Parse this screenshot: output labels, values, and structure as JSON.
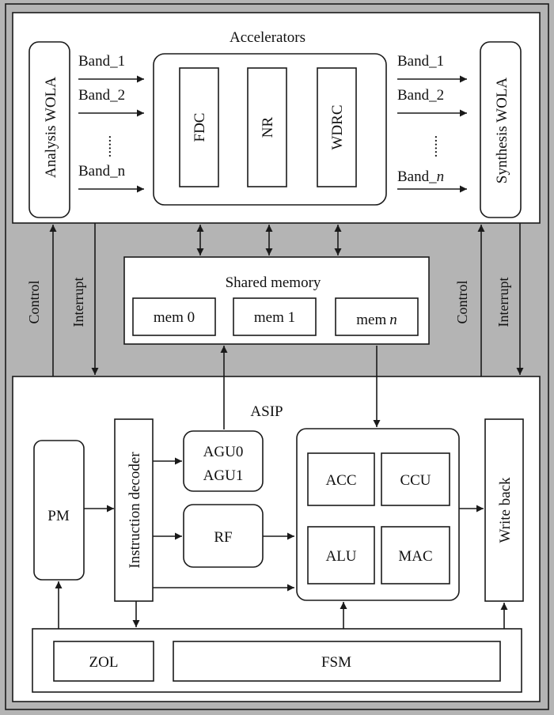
{
  "top": {
    "title": "Accelerators",
    "analysis": "Analysis WOLA",
    "synthesis": "Synthesis WOLA",
    "bands_in": {
      "b1": "Band_1",
      "b2": "Band_2",
      "dots": "......",
      "bn": "Band_n"
    },
    "bands_out": {
      "b1": "Band_1",
      "b2": "Band_2",
      "dots": "......",
      "bn_base": "Band_",
      "bn_var": "n"
    },
    "blocks": {
      "fdc": "FDC",
      "nr": "NR",
      "wdrc": "WDRC"
    }
  },
  "links": {
    "left_control": "Control",
    "left_interrupt": "Interrupt",
    "right_control": "Control",
    "right_interrupt": "Interrupt"
  },
  "shared_memory": {
    "title": "Shared memory",
    "mem0": "mem 0",
    "mem1": "mem 1",
    "memn_base": "mem",
    "memn_var": "n"
  },
  "asip": {
    "title": "ASIP",
    "pm": "PM",
    "decoder": "Instruction decoder",
    "agu0": "AGU0",
    "agu1": "AGU1",
    "rf": "RF",
    "acc": "ACC",
    "ccu": "CCU",
    "alu": "ALU",
    "mac": "MAC",
    "write_back": "Write back",
    "zol": "ZOL",
    "fsm": "FSM"
  },
  "colors": {
    "background": "#b4b4b4",
    "block_fill": "#ffffff",
    "stroke": "#1a1a1a"
  }
}
